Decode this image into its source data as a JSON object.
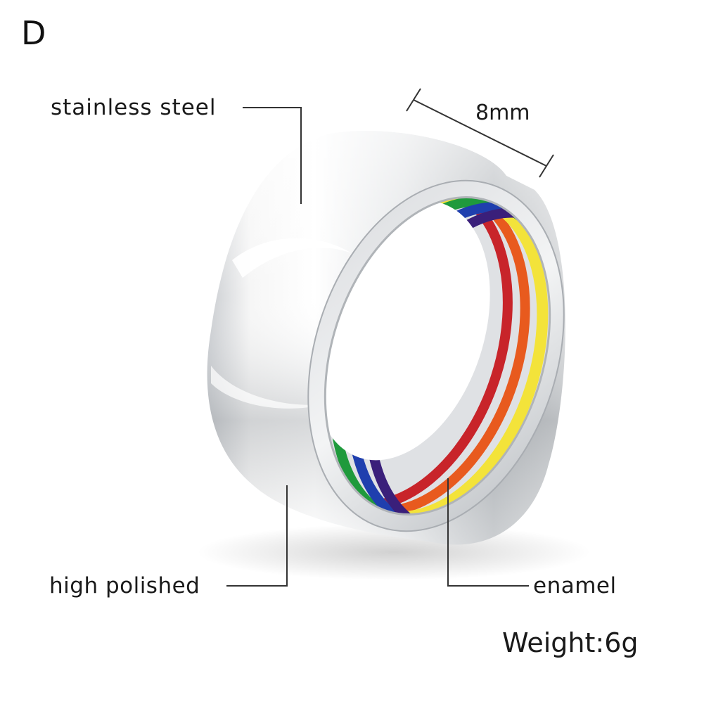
{
  "variant": "D",
  "labels": {
    "material": "stainless steel",
    "width": "8mm",
    "finish": "high polished",
    "inner": "enamel",
    "weight": "Weight:6g"
  },
  "colors": {
    "background": "#ffffff",
    "steel_light": "#f4f4f4",
    "steel_dark": "#9ea3a8",
    "enamel_red": "#c8242a",
    "enamel_orange": "#e85a1e",
    "enamel_yellow": "#f3e33a",
    "enamel_green": "#1f9a3c",
    "enamel_blue": "#1f3fae",
    "enamel_purple": "#3a1f7a",
    "leader_lines": "#333333"
  }
}
